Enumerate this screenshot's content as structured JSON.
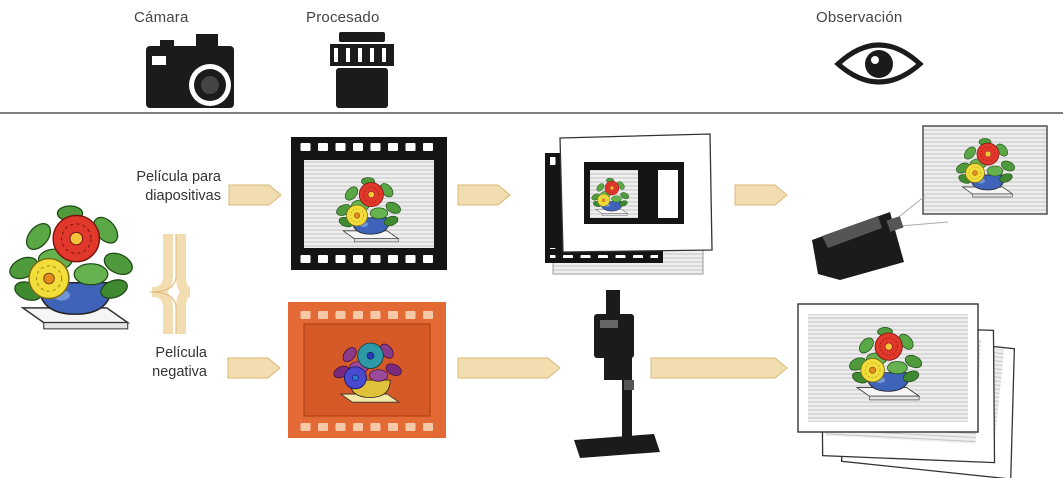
{
  "header": {
    "camera_label": "Cámara",
    "processing_label": "Procesado",
    "viewing_label": "Observación"
  },
  "rows": {
    "slide_film_label_line1": "Película para",
    "slide_film_label_line2": "diapositivas",
    "negative_film_label_line1": "Película",
    "negative_film_label_line2": "negativa"
  },
  "icons": [
    "camera-icon",
    "film-canister-icon",
    "eye-icon",
    "flower-pot-icon",
    "slide-projector-icon",
    "enlarger-icon"
  ],
  "colors": {
    "arrow_fill": "#f2ddb0",
    "arrow_stroke": "#d9b978",
    "negative_film": "#e46a35",
    "divider": "#555555"
  }
}
